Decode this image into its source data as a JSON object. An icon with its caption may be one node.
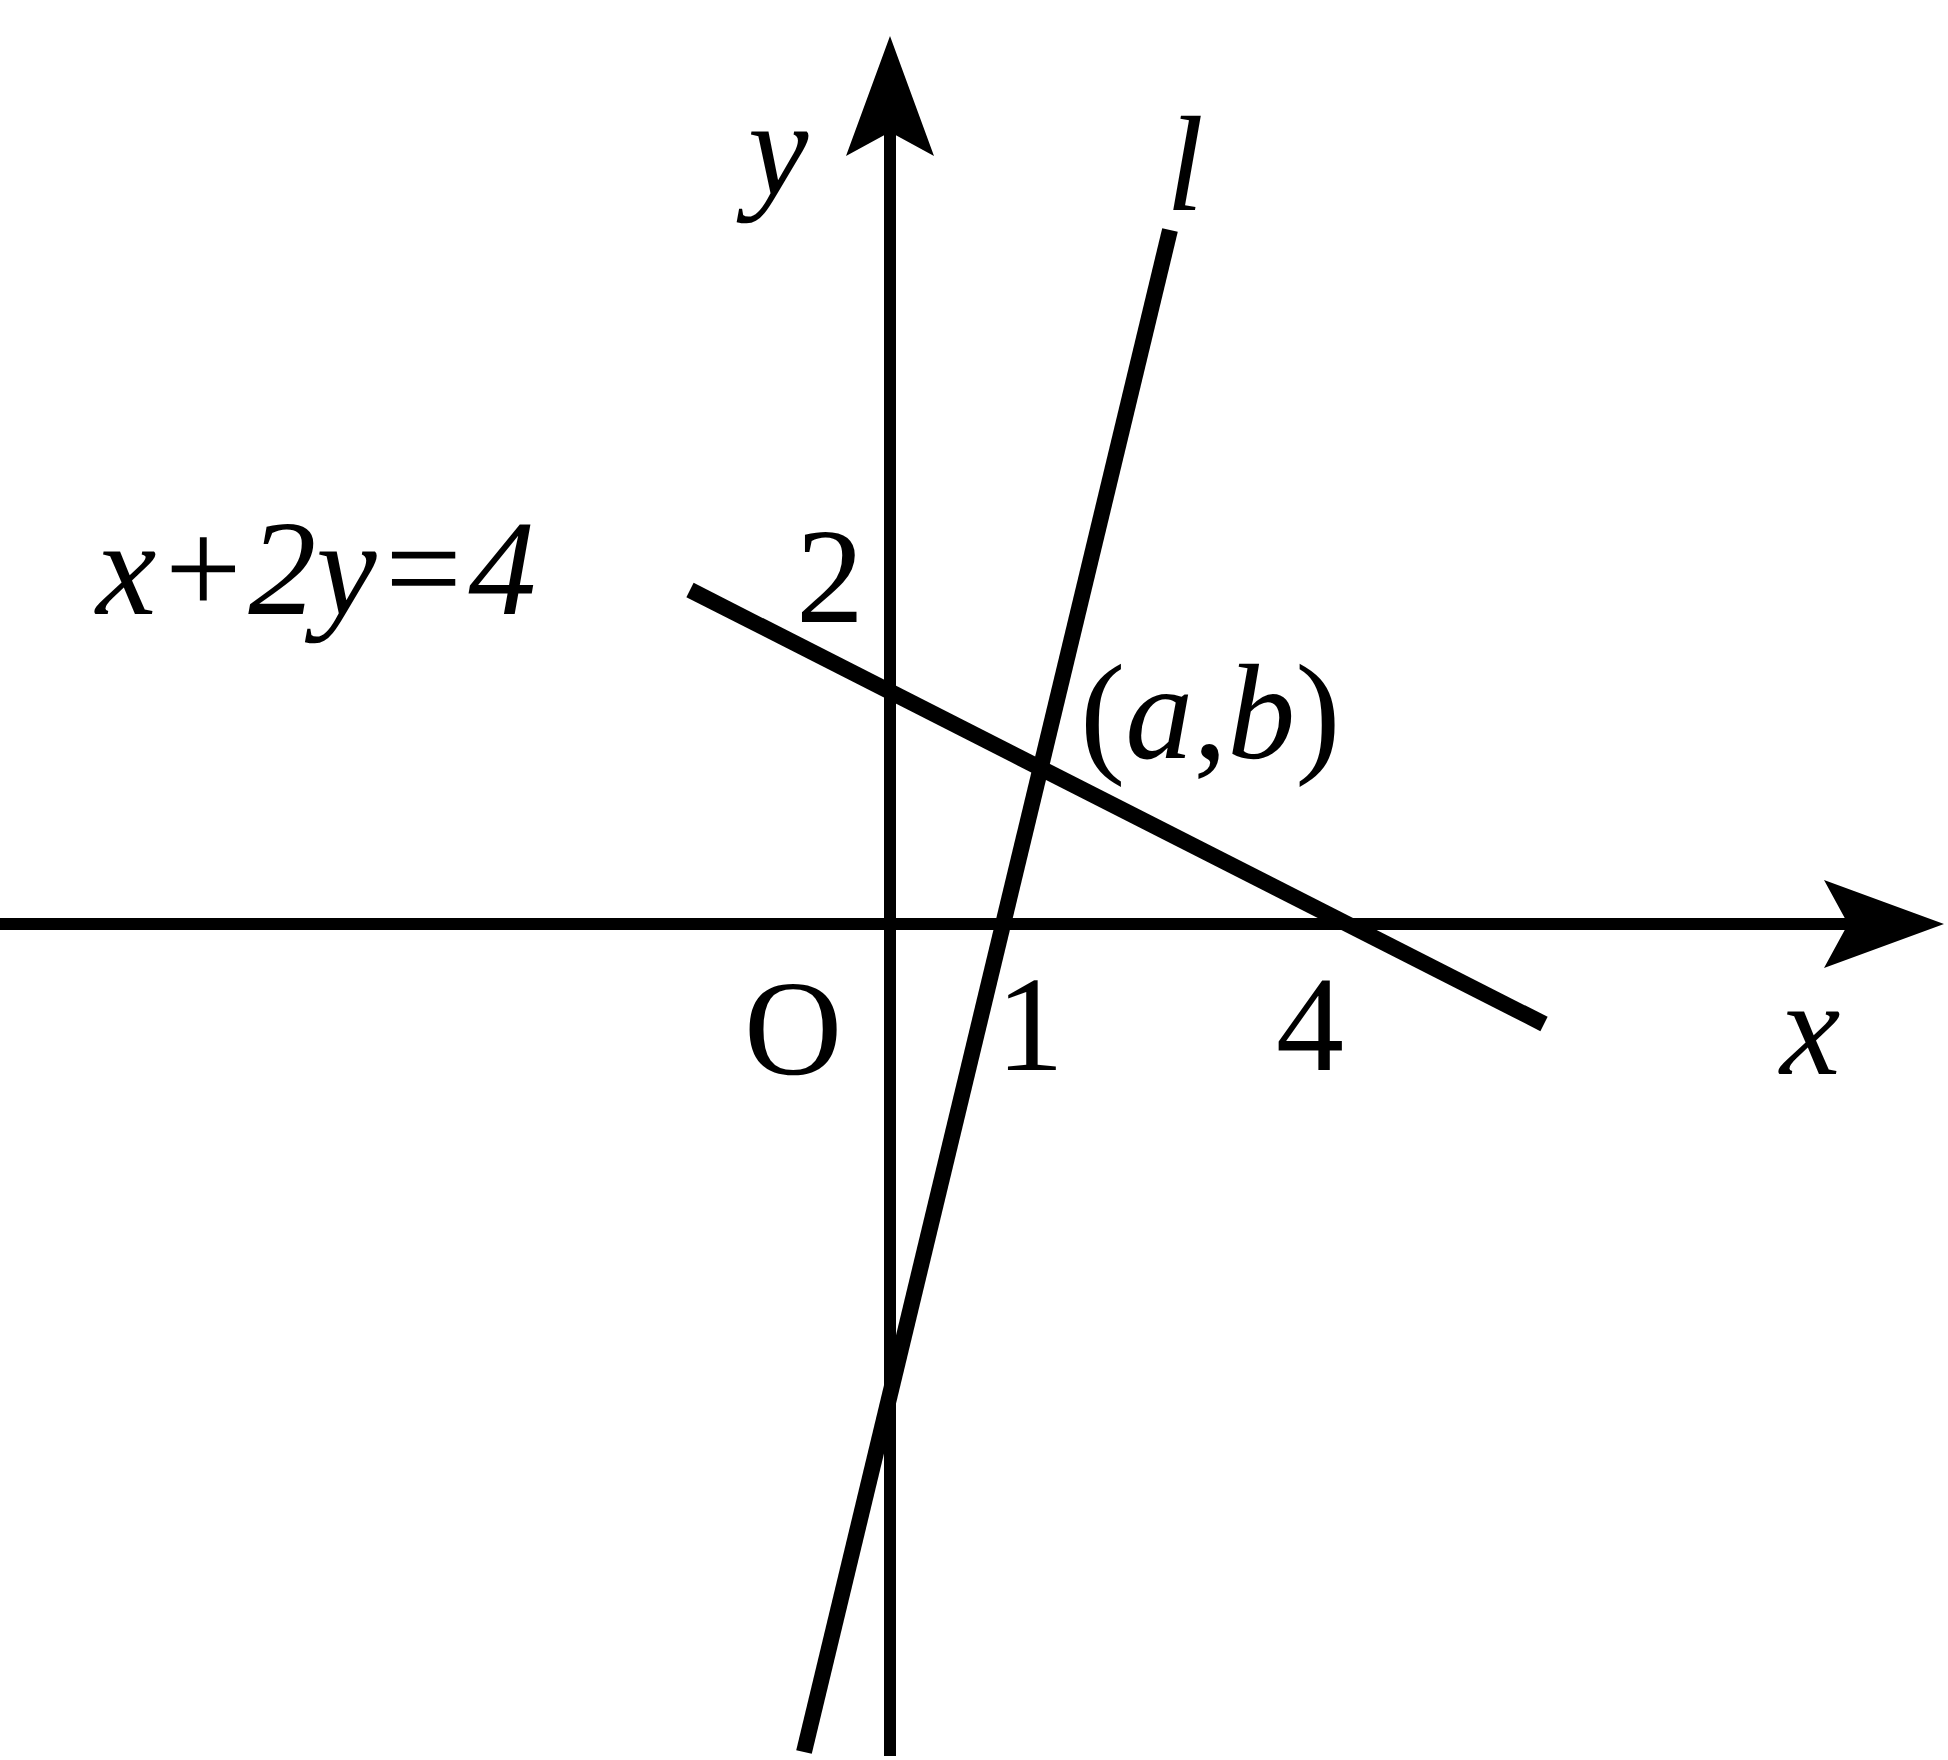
{
  "diagram": {
    "labels": [
      "y",
      "l",
      "x+2y=4",
      "2",
      "(*a*,*b*)",
      "O",
      "1",
      "4",
      "x"
    ]
  }
}
